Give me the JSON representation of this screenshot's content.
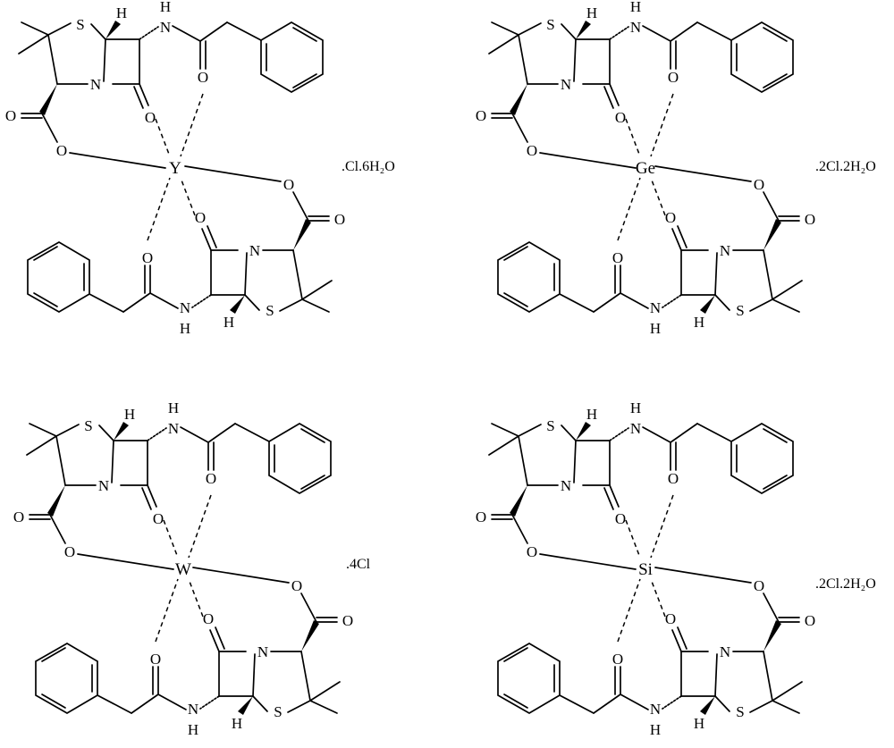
{
  "panels": [
    {
      "metal": "Y",
      "salt": ".Cl.6H₂O"
    },
    {
      "metal": "Ge",
      "salt": ".2Cl.2H₂O"
    },
    {
      "metal": "W",
      "salt": ".4Cl"
    },
    {
      "metal": "Si",
      "salt": ".2Cl.2H₂O"
    }
  ],
  "atoms": {
    "sulfur": "S",
    "nitrogen": "N",
    "hydrogen": "H",
    "oxygen": "O"
  }
}
